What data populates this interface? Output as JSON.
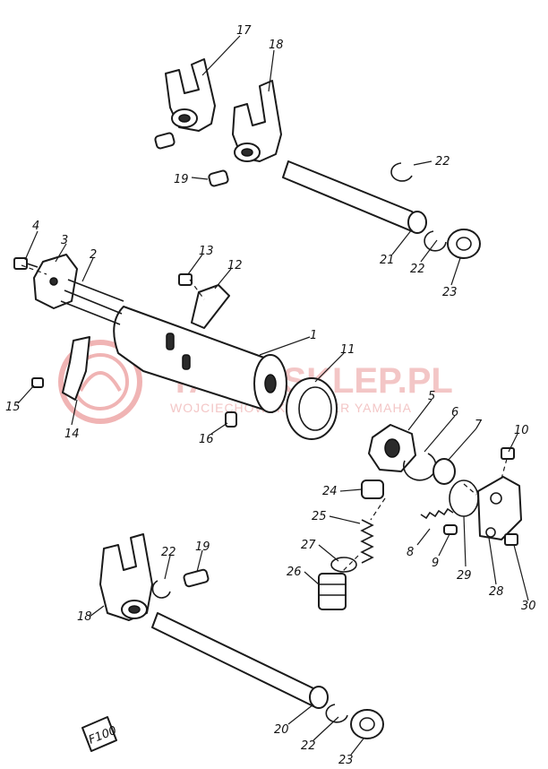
{
  "watermark": {
    "brand": "YAMA-SKLEP.PL",
    "tagline": "WOJCIECHOWSKI DEALER YAMAHA",
    "color": "#e8a0a0"
  },
  "frame_badge": "F100",
  "callouts": [
    {
      "id": "c1",
      "text": "1"
    },
    {
      "id": "c2",
      "text": "2"
    },
    {
      "id": "c3",
      "text": "3"
    },
    {
      "id": "c4",
      "text": "4"
    },
    {
      "id": "c5",
      "text": "5"
    },
    {
      "id": "c6",
      "text": "6"
    },
    {
      "id": "c7",
      "text": "7"
    },
    {
      "id": "c8",
      "text": "8"
    },
    {
      "id": "c9",
      "text": "9"
    },
    {
      "id": "c10",
      "text": "10"
    },
    {
      "id": "c11",
      "text": "11"
    },
    {
      "id": "c12",
      "text": "12"
    },
    {
      "id": "c13",
      "text": "13"
    },
    {
      "id": "c14",
      "text": "14"
    },
    {
      "id": "c15",
      "text": "15"
    },
    {
      "id": "c16",
      "text": "16"
    },
    {
      "id": "c17",
      "text": "17"
    },
    {
      "id": "c18a",
      "text": "18"
    },
    {
      "id": "c18b",
      "text": "18"
    },
    {
      "id": "c19a",
      "text": "19"
    },
    {
      "id": "c19b",
      "text": "19"
    },
    {
      "id": "c20",
      "text": "20"
    },
    {
      "id": "c21",
      "text": "21"
    },
    {
      "id": "c22a",
      "text": "22"
    },
    {
      "id": "c22b",
      "text": "22"
    },
    {
      "id": "c22c",
      "text": "22"
    },
    {
      "id": "c22d",
      "text": "22"
    },
    {
      "id": "c23a",
      "text": "23"
    },
    {
      "id": "c23b",
      "text": "23"
    },
    {
      "id": "c24",
      "text": "24"
    },
    {
      "id": "c25",
      "text": "25"
    },
    {
      "id": "c26",
      "text": "26"
    },
    {
      "id": "c27",
      "text": "27"
    },
    {
      "id": "c28",
      "text": "28"
    },
    {
      "id": "c29",
      "text": "29"
    },
    {
      "id": "c30",
      "text": "30"
    }
  ]
}
